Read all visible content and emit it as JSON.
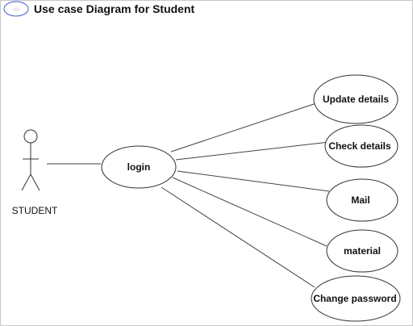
{
  "header": {
    "title": "Use case Diagram for Student",
    "icon": "use-case-diagram-icon"
  },
  "actor": {
    "label": "STUDENT"
  },
  "central_use_case": {
    "label": "login"
  },
  "use_cases": [
    {
      "id": "update-details",
      "label": "Update details"
    },
    {
      "id": "check-details",
      "label": "Check details"
    },
    {
      "id": "mail",
      "label": "Mail"
    },
    {
      "id": "material",
      "label": "material"
    },
    {
      "id": "change-password",
      "label": "Change password"
    }
  ],
  "colors": {
    "stroke": "#333333",
    "text": "#111111",
    "icon_accent": "#3a5fcd"
  }
}
